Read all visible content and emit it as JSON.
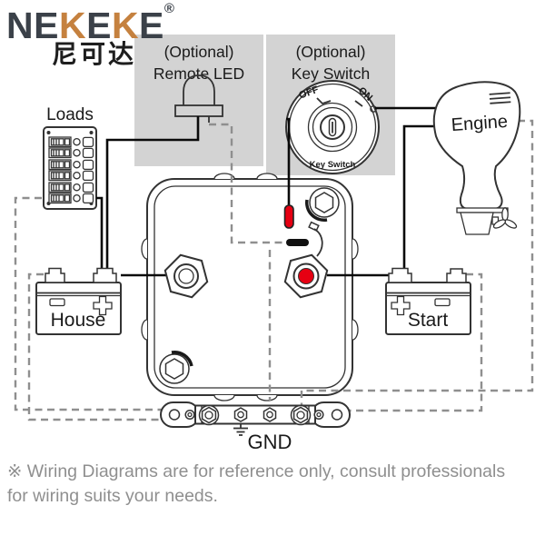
{
  "brand": {
    "p1": "NE",
    "p2": "K",
    "p3": "E",
    "p4": "K",
    "p5": "E",
    "registered": "®",
    "chinese": "尼可达"
  },
  "remote_led_box": {
    "line1": "(Optional)",
    "line2": "Remote LED"
  },
  "key_switch_box": {
    "line1": "(Optional)",
    "line2": "Key Switch",
    "off": "OFF",
    "on": "ON",
    "dial_label": "Key Switch"
  },
  "labels": {
    "loads": "Loads",
    "house": "House",
    "start": "Start",
    "engine": "Engine",
    "gnd": "GND"
  },
  "footer": "※ Wiring Diagrams are for reference only, consult professionals for wiring suits your needs.",
  "colors": {
    "logo_dark": "#3b4149",
    "logo_orange": "#c5813f",
    "box_gray": "#d3d3d3",
    "accent_red": "#e60012",
    "wire_black": "#0a0a0a",
    "dashed_gray": "#8f8f8f",
    "outline": "#333333",
    "footer_gray": "#8f8f8f"
  }
}
